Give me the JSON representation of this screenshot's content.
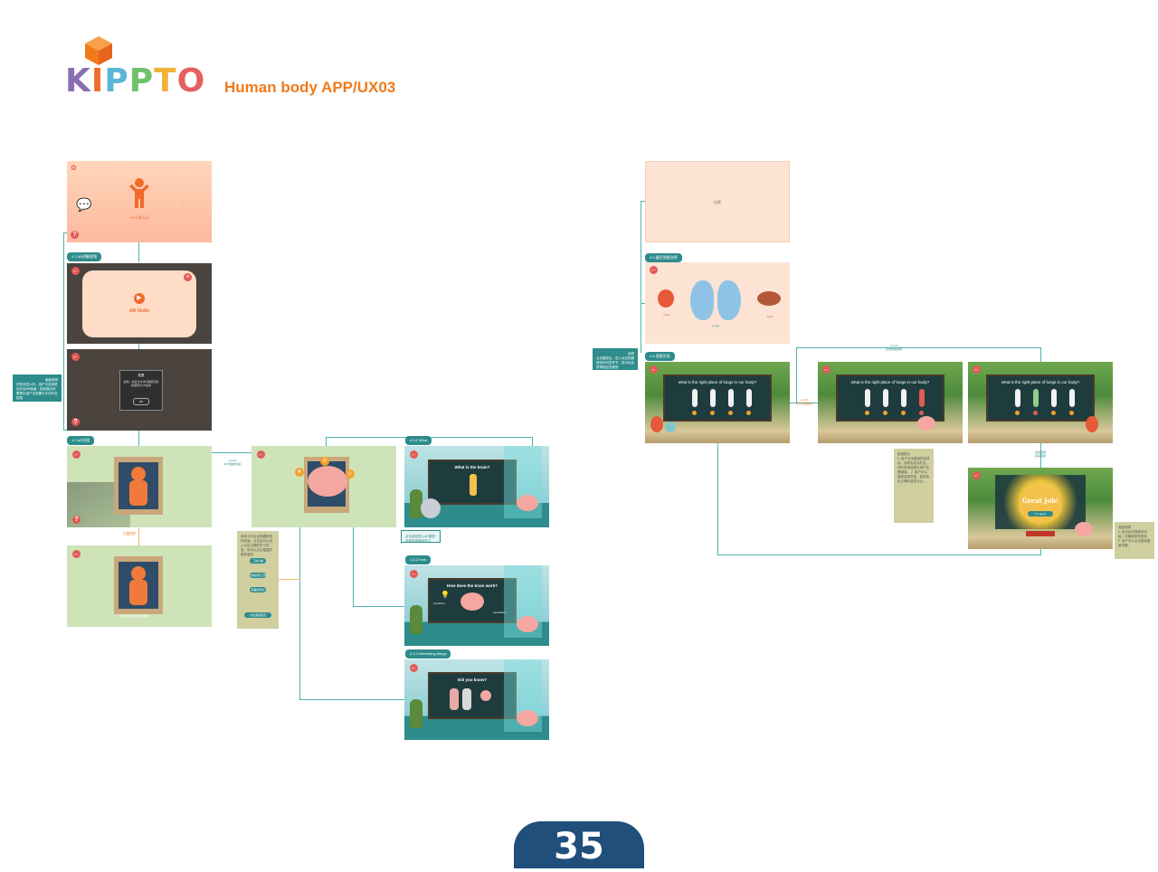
{
  "header": {
    "logo_letters": [
      "K",
      "I",
      "P",
      "P",
      "T",
      "O"
    ],
    "logo_colors": [
      "#8a6fb4",
      "#f06a2a",
      "#5ab6d8",
      "#6fc26a",
      "#f0b33a",
      "#e65f5f"
    ],
    "subtitle": "Human body APP/UX03"
  },
  "left_flow": {
    "home_screen": {
      "label": "H5人体互动"
    },
    "badge_ar_intro": "4.1 AR讲解视频",
    "ar_popup": {
      "title": "AR Vedio"
    },
    "permission_dialog": {
      "title": "权限",
      "text": "启用：是否允许访问相机和您的相册为AR提供",
      "ok": "OK"
    },
    "side_note": {
      "title": "画面说明",
      "text": "在首次进入时，用户可选择是否开启AR画面，若拒绝后则需提示用户去设置中手动开启权限"
    },
    "badge_ar_scan": "4.2 AR扫描",
    "scan_link": {
      "label": "Level1",
      "sub": "AR扫描成功后"
    },
    "scan_fail_label": "扫描失败",
    "scan_hint": "请将卡片放置在扫描框内",
    "flow_note": "对准卡片后出现模型选择页面，点击后可以进入对应主题的学习内容，也可以点击星星的图标返回",
    "flow_buttons": [
      "了解大脑",
      "大脑如何工作",
      "有趣的知识",
      "点击返回首页"
    ],
    "badge_what": "4.3.1 What",
    "what_title": "What is the brain?",
    "what_note": "点击返回进入AR模型选择页面继续学习",
    "badge_how": "4.3.2 How",
    "how_title": "How does the brain work?",
    "how_label_a": "cerebrum",
    "how_label_b": "cerebellum",
    "badge_interesting": "4.3.3 Interesting things",
    "interesting_title": "Did you know?"
  },
  "right_flow": {
    "loading_screen": {
      "label": "加载"
    },
    "badge_organ_select": "4.3 器官答题选择",
    "organ_labels": [
      "Heart",
      "Lungs",
      "Liver"
    ],
    "side_note": {
      "title": "说明",
      "text": "点击器官后，进入对应的器官知识问答环节，答对后会获得相应的奖励"
    },
    "badge_quiz": "4.4 答题页面",
    "quiz_question": "what is the right place of lungs in our body?",
    "link_correct": {
      "label": "Level1",
      "sub": "点击正确答案"
    },
    "link_wrong": {
      "label": "Level1",
      "sub": "点击错误选项"
    },
    "link_reward": {
      "label": "完成答题",
      "sub": "获得奖励"
    },
    "reward": {
      "title": "Great Job!",
      "button": "Try again"
    },
    "note_wrong": {
      "title": "错误提示",
      "text": "1. 用户点击错误的选项后，选项会变为红色，同时有音效提示用户答题错误。 2. 用户可以重新选择答案，直到选出正确的选项为止。"
    },
    "note_reward": {
      "title": "奖励说明",
      "text": "1. 答对后出现奖杯动画，并播放欢呼音效。 2. 用户可以点击按钮重新答题。"
    }
  },
  "footer": {
    "page_number": "35"
  }
}
